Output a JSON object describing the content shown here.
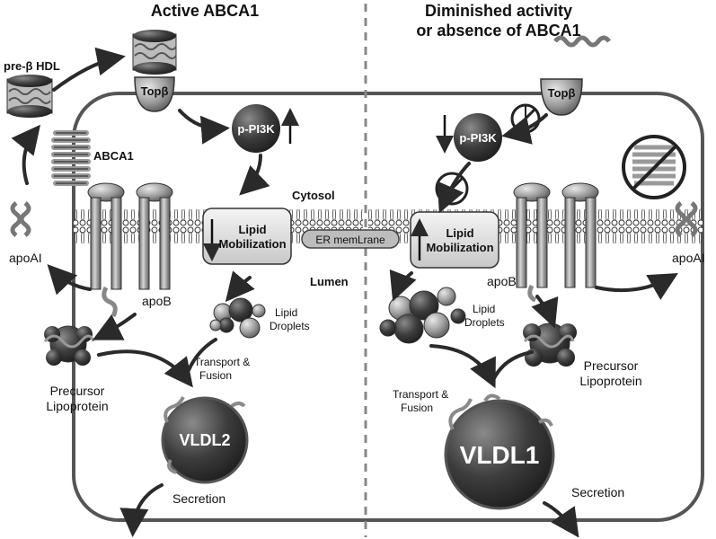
{
  "titles": {
    "left": "Active ABCA1",
    "right_line1": "Diminished activity",
    "right_line2": "or absence of ABCA1"
  },
  "left_panel": {
    "pre_hdl": "pre-β HDL",
    "topb": "Topβ",
    "abca1": "ABCA1",
    "ppi3k": "p-PI3K",
    "cytosol": "Cytosol",
    "lipid_mob_line1": "Lipid",
    "lipid_mob_line2": "Mobilization",
    "apoai": "apoAI",
    "apob": "apoB",
    "lumen": "Lumen",
    "droplets_line1": "Lipid",
    "droplets_line2": "Droplets",
    "transport_line1": "Transport &",
    "transport_line2": "Fusion",
    "precursor_line1": "Precursor",
    "precursor_line2": "Lipoprotein",
    "vldl": "VLDL2",
    "secretion": "Secretion"
  },
  "center": {
    "er_membrane": "ER memLrane"
  },
  "right_panel": {
    "topb": "Topβ",
    "ppi3k": "p-PI3K",
    "lipid_mob_line1": "Lipid",
    "lipid_mob_line2": "Mobilization",
    "apob": "apoB",
    "apoai": "apoAI",
    "droplets_line1": "Lipid",
    "droplets_line2": "Droplets",
    "precursor_line1": "Precursor",
    "precursor_line2": "Lipoprotein",
    "transport_line1": "Transport &",
    "transport_line2": "Fusion",
    "vldl": "VLDL1",
    "secretion": "Secretion"
  }
}
